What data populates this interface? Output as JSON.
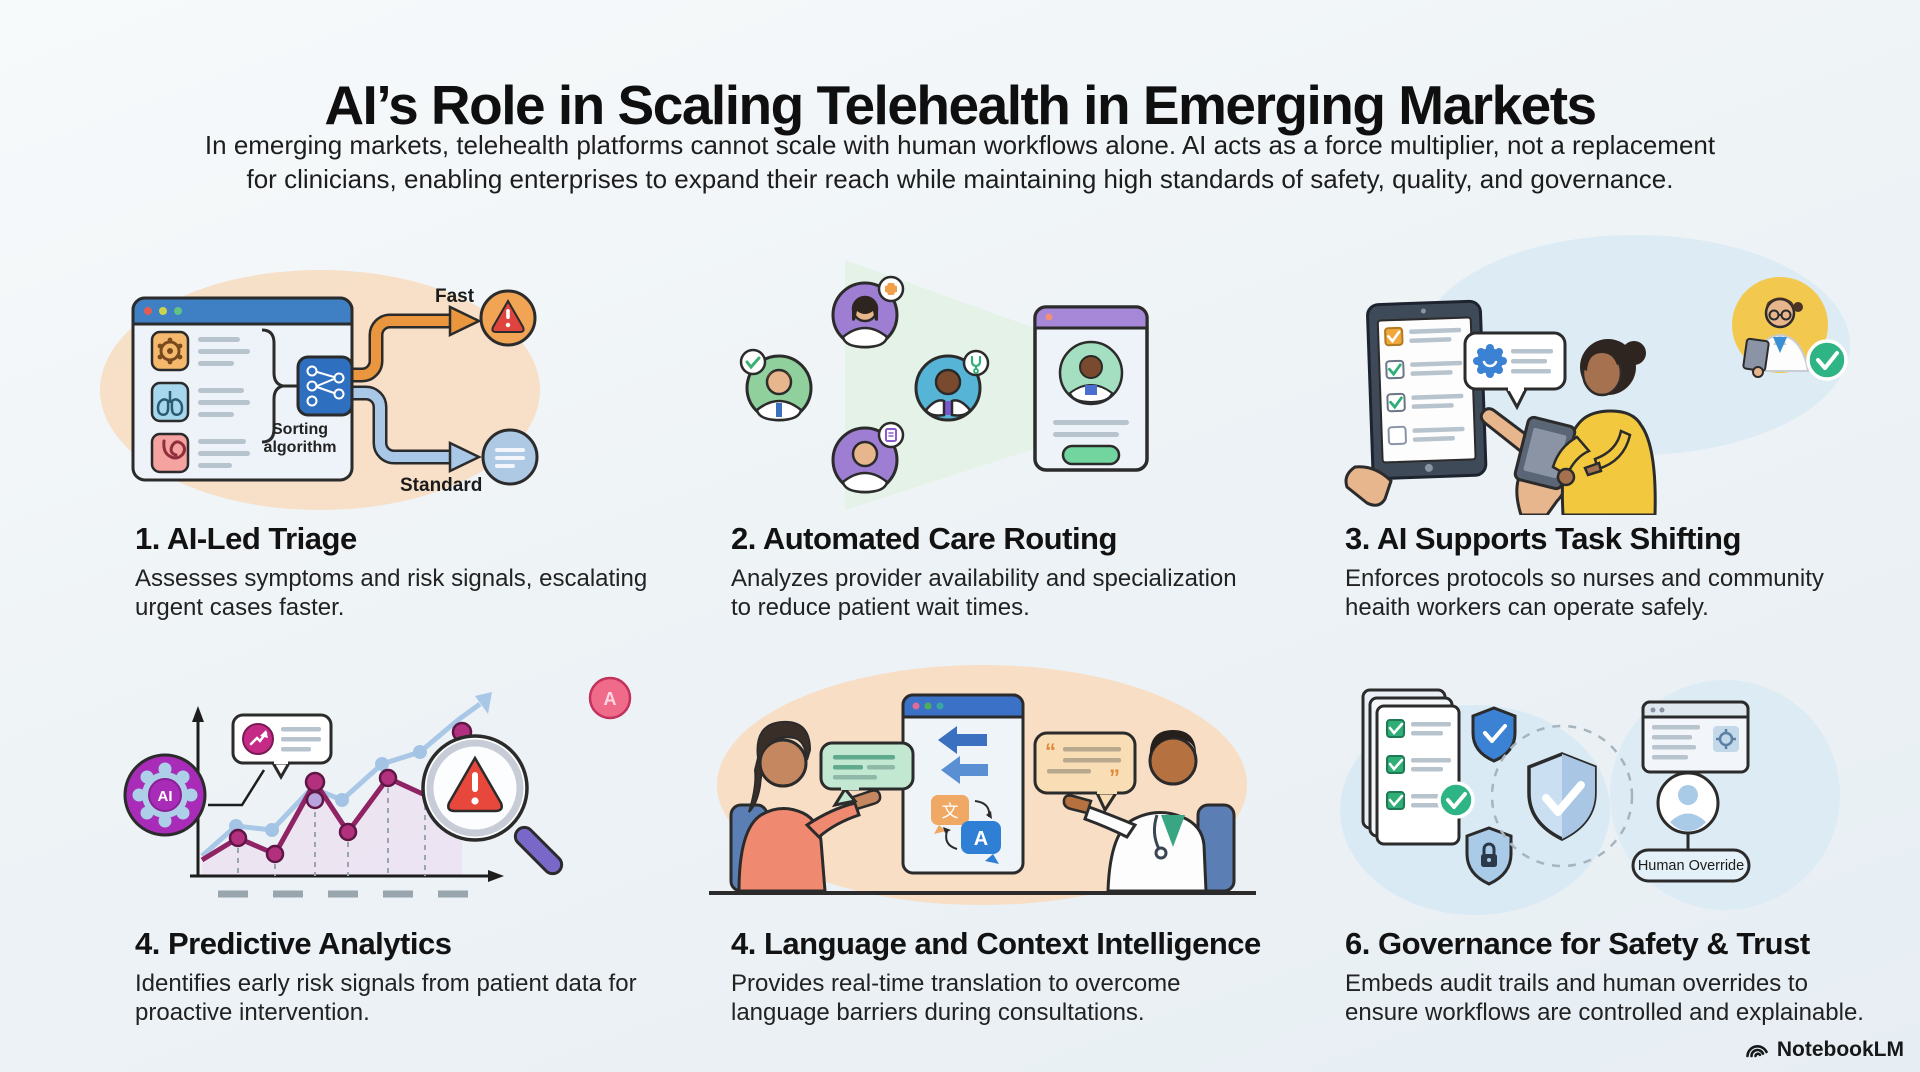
{
  "header": {
    "title": "AI’s Role in Scaling Telehealth in Emerging Markets",
    "subtitle_lines": [
      "In emerging markets, telehealth platforms cannot scale with human workflows alone. AI acts as a force multiplier, not a replacement",
      "for clinicians, enabling enterprises to expand their reach while maintaining high standards of safety, quality, and governance."
    ]
  },
  "sections": [
    {
      "heading": "1. AI-Led Triage",
      "description": "Assesses symptoms and risk signals, escalating urgent cases faster.",
      "labels": {
        "fast": "Fast",
        "standard": "Standard",
        "sorting_algorithm": "Sorting algorithm"
      },
      "icons": [
        "browser-window-icon",
        "gear-tile-icon",
        "lungs-tile-icon",
        "stomach-tile-icon",
        "network-node-icon",
        "warning-triangle-icon",
        "notes-circle-icon"
      ]
    },
    {
      "heading": "2. Automated Care Routing",
      "description": "Analyzes provider availability and specialization to reduce patient wait times.",
      "icons": [
        "doctor-avatar-icon",
        "check-badge-icon",
        "cross-badge-icon",
        "stethoscope-badge-icon",
        "document-badge-icon",
        "patient-card-icon"
      ]
    },
    {
      "heading": "3. AI Supports Task Shifting",
      "description": "Enforces protocols so nurses and community heaith workers can operate safely.",
      "icons": [
        "checklist-tablet-icon",
        "protocol-bubble-icon",
        "gear-icon",
        "health-worker-icon",
        "doctor-avatar-icon",
        "check-circle-icon"
      ]
    },
    {
      "heading": "4. Predictive Analytics",
      "description": "Identifies early risk signals from patient data for proactive intervention.",
      "labels": {
        "ai_badge": "AI",
        "alert_badge": "A"
      },
      "icons": [
        "ai-gear-badge-icon",
        "trend-chart-icon",
        "magnifier-icon",
        "warning-triangle-icon",
        "insight-bubble-icon"
      ]
    },
    {
      "heading": "4. Language and Context Intelligence",
      "description": "Provides real-time translation to overcome language barriers during consultations.",
      "labels": {
        "source_char": "文",
        "target_char": "A"
      },
      "icons": [
        "patient-icon",
        "doctor-icon",
        "translator-window-icon",
        "speech-bubble-icon",
        "translate-icon"
      ]
    },
    {
      "heading": "6. Governance for Safety & Trust",
      "description": "Embeds audit trails and human overrides to ensure workflows are controlled and explainable.",
      "labels": {
        "human_override": "Human Override"
      },
      "icons": [
        "audit-docs-icon",
        "check-circle-icon",
        "shield-check-icon",
        "lock-shield-icon",
        "audit-window-icon",
        "user-avatar-icon"
      ]
    }
  ],
  "footer": {
    "brand": "NotebookLM"
  },
  "colors": {
    "accent_blue": "#2f6fc0",
    "alert_red": "#e0443e",
    "warn_orange": "#f2a455",
    "success_green": "#2fae78",
    "ai_purple": "#a82cb8",
    "magenta_line": "#8f2363",
    "peach_blob": "#f7ddc2",
    "blue_blob": "#d7e9f3",
    "green_blob": "#e4f2e7"
  }
}
